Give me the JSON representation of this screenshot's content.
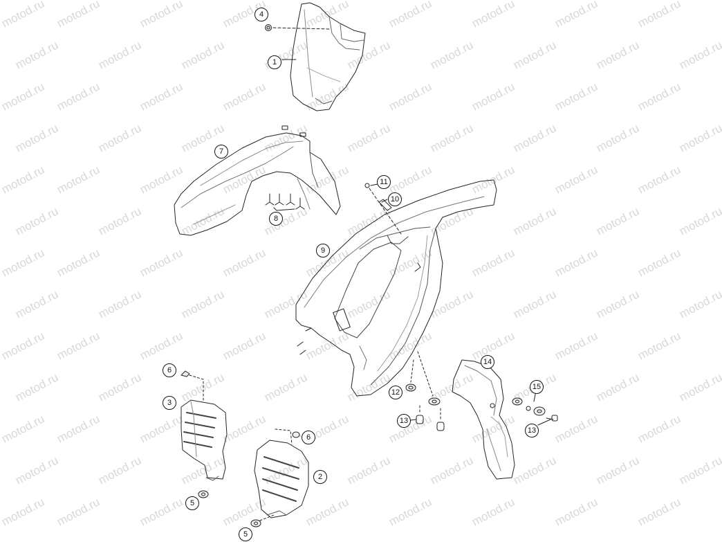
{
  "watermark": "motod.ru",
  "callouts": [
    {
      "id": "c4a",
      "label": "4"
    },
    {
      "id": "c1",
      "label": "1"
    },
    {
      "id": "c7",
      "label": "7"
    },
    {
      "id": "c8",
      "label": "8"
    },
    {
      "id": "c11",
      "label": "11"
    },
    {
      "id": "c10",
      "label": "10"
    },
    {
      "id": "c9",
      "label": "9"
    },
    {
      "id": "c14",
      "label": "14"
    },
    {
      "id": "c15",
      "label": "15"
    },
    {
      "id": "c13b",
      "label": "13"
    },
    {
      "id": "c12",
      "label": "12"
    },
    {
      "id": "c13a",
      "label": "13"
    },
    {
      "id": "c6a",
      "label": "6"
    },
    {
      "id": "c3",
      "label": "3"
    },
    {
      "id": "c5a",
      "label": "5"
    },
    {
      "id": "c6b",
      "label": "6"
    },
    {
      "id": "c2",
      "label": "2"
    },
    {
      "id": "c5b",
      "label": "5"
    }
  ]
}
